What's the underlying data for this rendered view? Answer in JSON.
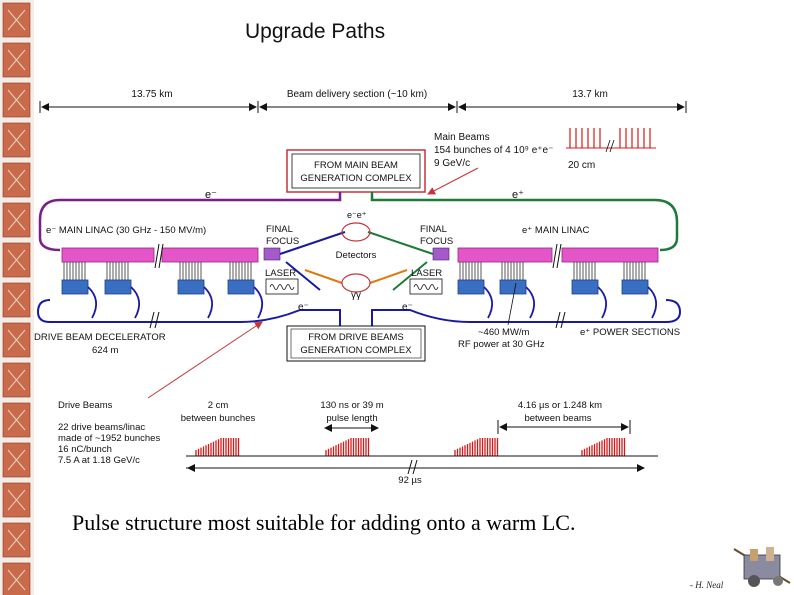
{
  "slide": {
    "title": "Upgrade Paths",
    "caption": "Pulse structure most suitable for adding onto a warm LC.",
    "credit": "- H. Neal"
  },
  "colors": {
    "linac": "#e455c8",
    "cable": "#1a1aa0",
    "drive": "#3a6ec0",
    "klystron": "#1c3f8c",
    "outline": "#c4343a",
    "pulse": "#d81818",
    "green": "#1d7a3a",
    "orange": "#e07a10",
    "purple": "#7a1f8a",
    "strip": "#c96a4a"
  },
  "dimensions": {
    "left_length": "13.75 km",
    "center_label": "Beam delivery section (~10 km)",
    "right_length": "13.7 km"
  },
  "main_beams": {
    "title": "Main Beams",
    "line1": "154 bunches of 4 10⁹ e⁺e⁻",
    "line2": "9 GeV/c",
    "spacing": "20 cm"
  },
  "boxes": {
    "main_beam_1": "FROM MAIN BEAM",
    "main_beam_2": "GENERATION COMPLEX",
    "drive_beam_1": "FROM DRIVE BEAMS",
    "drive_beam_2": "GENERATION COMPLEX"
  },
  "labels": {
    "e_minus_left": "e⁻",
    "e_plus_right": "e⁺",
    "main_linac_left": "e⁻ MAIN LINAC (30 GHz - 150 MV/m)",
    "main_linac_right": "e⁺ MAIN LINAC",
    "final_focus": "FINAL",
    "final_focus_2": "FOCUS",
    "ee_top": "e⁻e⁺",
    "detectors": "Detectors",
    "gamma_gamma": "γγ",
    "laser": "LASER",
    "e_minus_bottom": "e⁻",
    "e_minus_bottom2": "e⁻",
    "decelerator": "DRIVE BEAM DECELERATOR",
    "decelerator_len": "624 m",
    "rf_power_1": "~460 MW/m",
    "rf_power_2": "RF power at 30 GHz",
    "power_sections": "e⁺ POWER SECTIONS"
  },
  "drive_beams": {
    "title": "Drive Beams",
    "line1": "22 drive beams/linac",
    "line2": "made of ~1952 bunches",
    "line3": "16 nC/bunch",
    "line4": "7.5 A at 1.18 GeV/c",
    "spacing_1": "2 cm",
    "spacing_2": "between bunches",
    "pulse_1": "130 ns or 39 m",
    "pulse_2": "pulse length",
    "gap_1": "4.16 µs or 1.248 km",
    "gap_2": "between beams",
    "total": "92 µs"
  }
}
